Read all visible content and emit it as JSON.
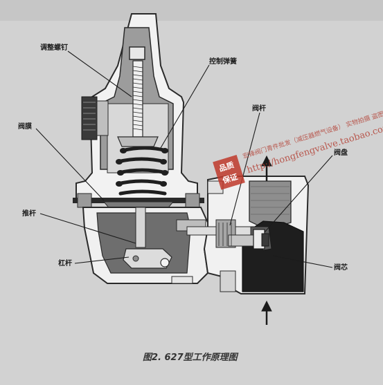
{
  "figure": {
    "caption": "图2. 627型工作原理图",
    "labels": {
      "adjusting_screw": "调整螺钉",
      "control_spring": "控制弹簧",
      "diaphragm": "阀膜",
      "valve_stem": "阀杆",
      "push_rod": "推杆",
      "lever": "杠杆",
      "valve_disc": "阀盘",
      "valve_core": "阀芯"
    }
  },
  "watermark": {
    "stamp_line1": "品质",
    "stamp_line2": "保证",
    "text": "宏锋阀门青件批发（减压器燃气设备）  实物拍摄  盗图必究",
    "url": "http://hongfengvalve.taobao.com"
  }
}
